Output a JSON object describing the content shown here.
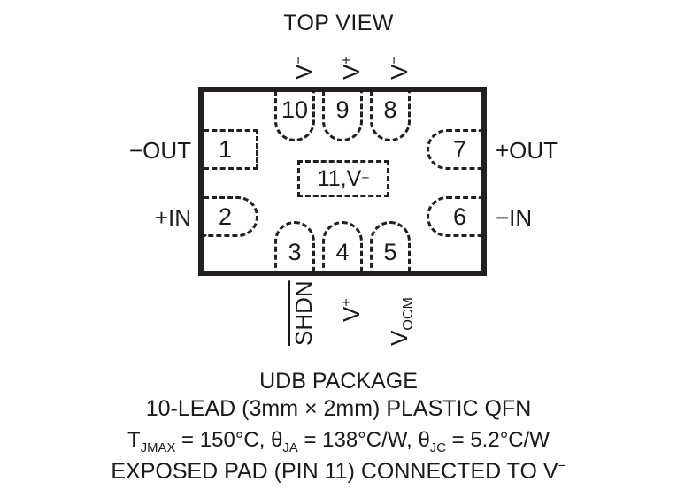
{
  "diagram": {
    "title": "TOP VIEW",
    "package_outline": {
      "shape": "rectangle",
      "line_color": "#231f20"
    },
    "exposed_pad": {
      "label_prefix": "11,V",
      "label_superscript": "−"
    },
    "pins": {
      "top": [
        {
          "number": "10",
          "signal_base": "V",
          "signal_sup": "−",
          "orientation": "rotated-90"
        },
        {
          "number": "9",
          "signal_base": "V",
          "signal_sup": "+",
          "orientation": "rotated-90"
        },
        {
          "number": "8",
          "signal_base": "V",
          "signal_sup": "−",
          "orientation": "rotated-90"
        }
      ],
      "bottom": [
        {
          "number": "3",
          "signal_base": "SHDN",
          "signal_style": "overline",
          "orientation": "rotated-90"
        },
        {
          "number": "4",
          "signal_base": "V",
          "signal_sup": "+",
          "orientation": "rotated-90"
        },
        {
          "number": "5",
          "signal_base": "V",
          "signal_sub": "OCM",
          "orientation": "rotated-90"
        }
      ],
      "left": [
        {
          "number": "1",
          "signal": "−OUT",
          "pad_shape": "square"
        },
        {
          "number": "2",
          "signal": "+IN",
          "pad_shape": "rounded"
        }
      ],
      "right": [
        {
          "number": "7",
          "signal": "+OUT",
          "pad_shape": "rounded"
        },
        {
          "number": "6",
          "signal": "−IN",
          "pad_shape": "rounded"
        }
      ]
    }
  },
  "caption": {
    "line1": "UDB PACKAGE",
    "line2": "10-LEAD (3mm × 2mm) PLASTIC QFN",
    "line3_parts": {
      "t_symbol": "T",
      "t_sub": "JMAX",
      "t_value": " = 150°C, ",
      "theta_ja_symbol": "θ",
      "theta_ja_sub": "JA",
      "theta_ja_value": " = 138°C/W, ",
      "theta_jc_symbol": "θ",
      "theta_jc_sub": "JC",
      "theta_jc_value": " = 5.2°C/W"
    },
    "line4_prefix": "EXPOSED PAD (PIN 11) CONNECTED TO V",
    "line4_sup": "−"
  },
  "colors": {
    "ink": "#1a1a1a",
    "outline": "#231f20",
    "background": "#ffffff"
  }
}
